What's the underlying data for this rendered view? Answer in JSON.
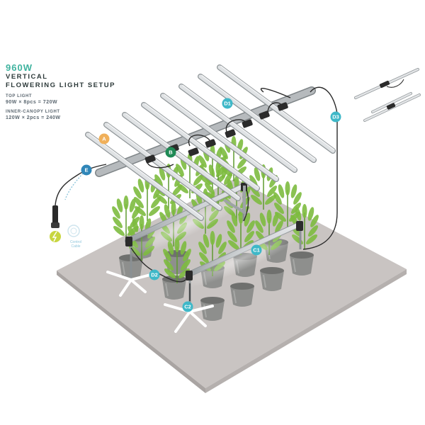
{
  "header": {
    "headline": "960W",
    "title_line1": "VERTICAL",
    "title_line2": "FLOWERING LIGHT SETUP",
    "top_light_label": "TOP LIGHT",
    "top_light_spec": "90W × 8pcs = 720W",
    "inner_light_label": "INNER-CANOPY LIGHT",
    "inner_light_spec": "120W × 2pcs = 240W"
  },
  "badges": {
    "A": "A",
    "B": "B",
    "E": "E",
    "D1": "D1",
    "D3": "D3",
    "C1": "C1",
    "D2": "D2",
    "C2": "C2"
  },
  "control_cable": {
    "line1": "Control",
    "line2": "Cable"
  },
  "colors": {
    "headline": "#3fb39f",
    "badge_a": "#f0b05a",
    "badge_b": "#1f8a55",
    "badge_teal": "#3fb8c8",
    "badge_blue": "#2f86b8",
    "floor": "#c9c4c2",
    "floor_edge": "#a9a4a2",
    "bar": "#c7cbce",
    "bar_edge": "#8f9598",
    "frame": "#9ea3a6",
    "pot": "#8e8f8d",
    "leaf": "#7dbb3f",
    "cable": "#2a2a2a",
    "plug": "#c8d640"
  }
}
